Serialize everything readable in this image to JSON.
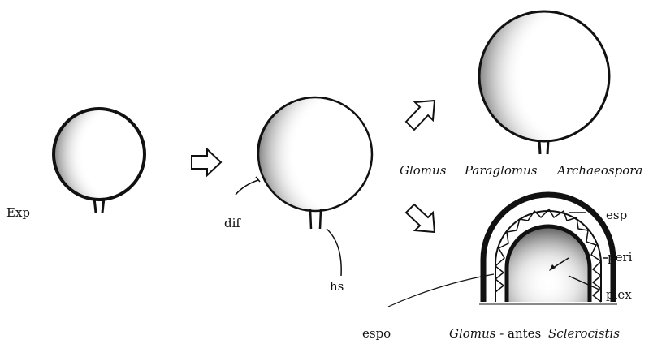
{
  "labels": {
    "exp": "Exp",
    "dif": "dif",
    "hs": "hs",
    "espo": "espo",
    "esp": "esp",
    "peri": "peri",
    "plex": "plex"
  },
  "genera": {
    "glomus": "Glomus",
    "paraglomus": "Paraglomus",
    "archaeospora": "Archaeospora"
  },
  "bottom_caption": {
    "genus": "Glomus",
    "connector": "- antes",
    "old_genus": "Sclerocistis"
  },
  "colors": {
    "ink": "#111111",
    "background": "#ffffff"
  }
}
